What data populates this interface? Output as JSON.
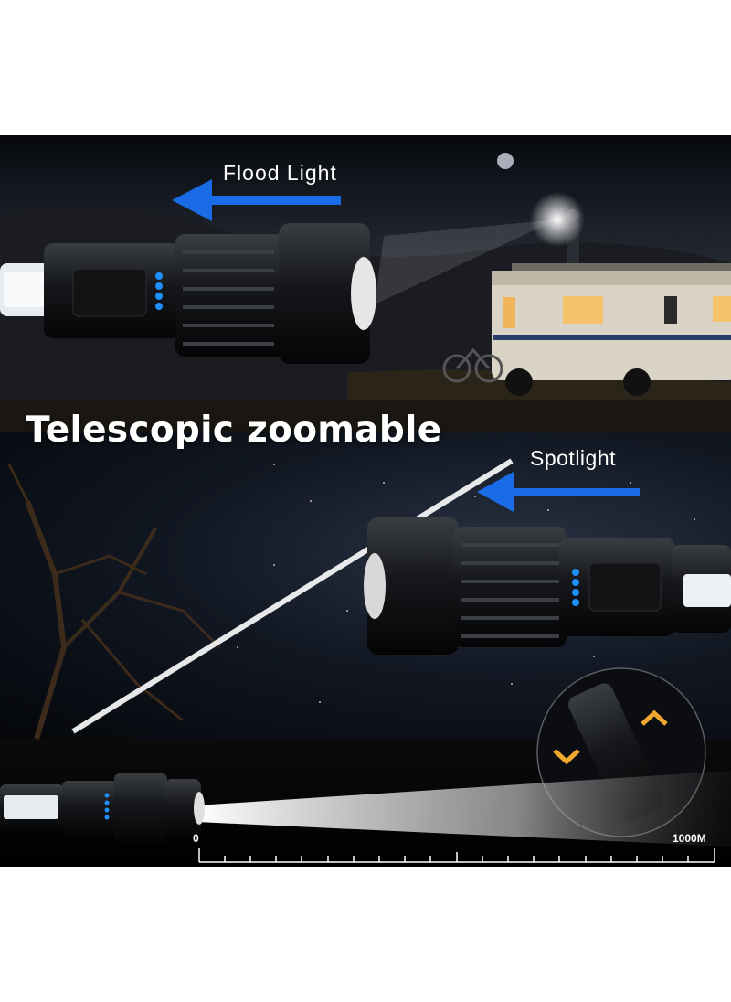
{
  "labels": {
    "flood": "Flood Light",
    "spot": "Spotlight",
    "title": "Telescopic zoomable",
    "range_start": "0",
    "range_end": "1000M"
  },
  "colors": {
    "arrow": "#1a6be6",
    "indicator": "#1e90ff",
    "text": "#ffffff",
    "background": "#000000"
  }
}
